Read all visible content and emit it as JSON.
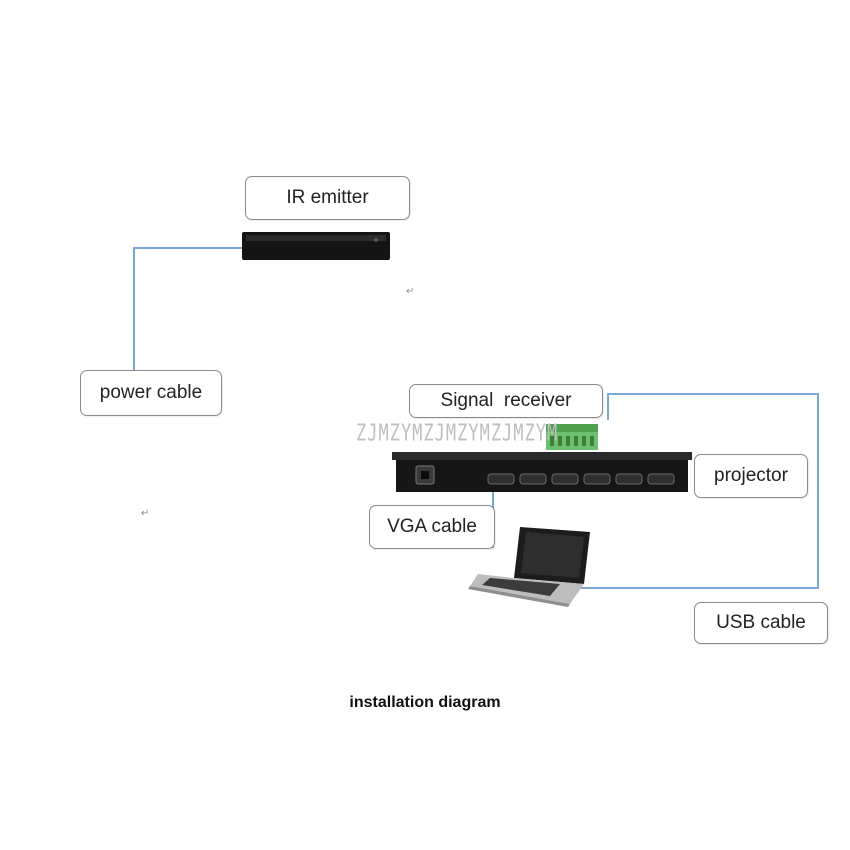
{
  "labels": {
    "ir_emitter": "IR emitter",
    "power_cable": "power cable",
    "signal_receiver": "Signal  receiver",
    "projector": "projector",
    "vga_cable": "VGA cable",
    "usb_cable": "USB cable"
  },
  "caption": "installation diagram",
  "watermark": "ZJMZYMZJMZYMZJMZYM",
  "colors": {
    "wire": "#7ba7d6",
    "device": "#1a1a1a",
    "terminal": "#5cb35c"
  }
}
